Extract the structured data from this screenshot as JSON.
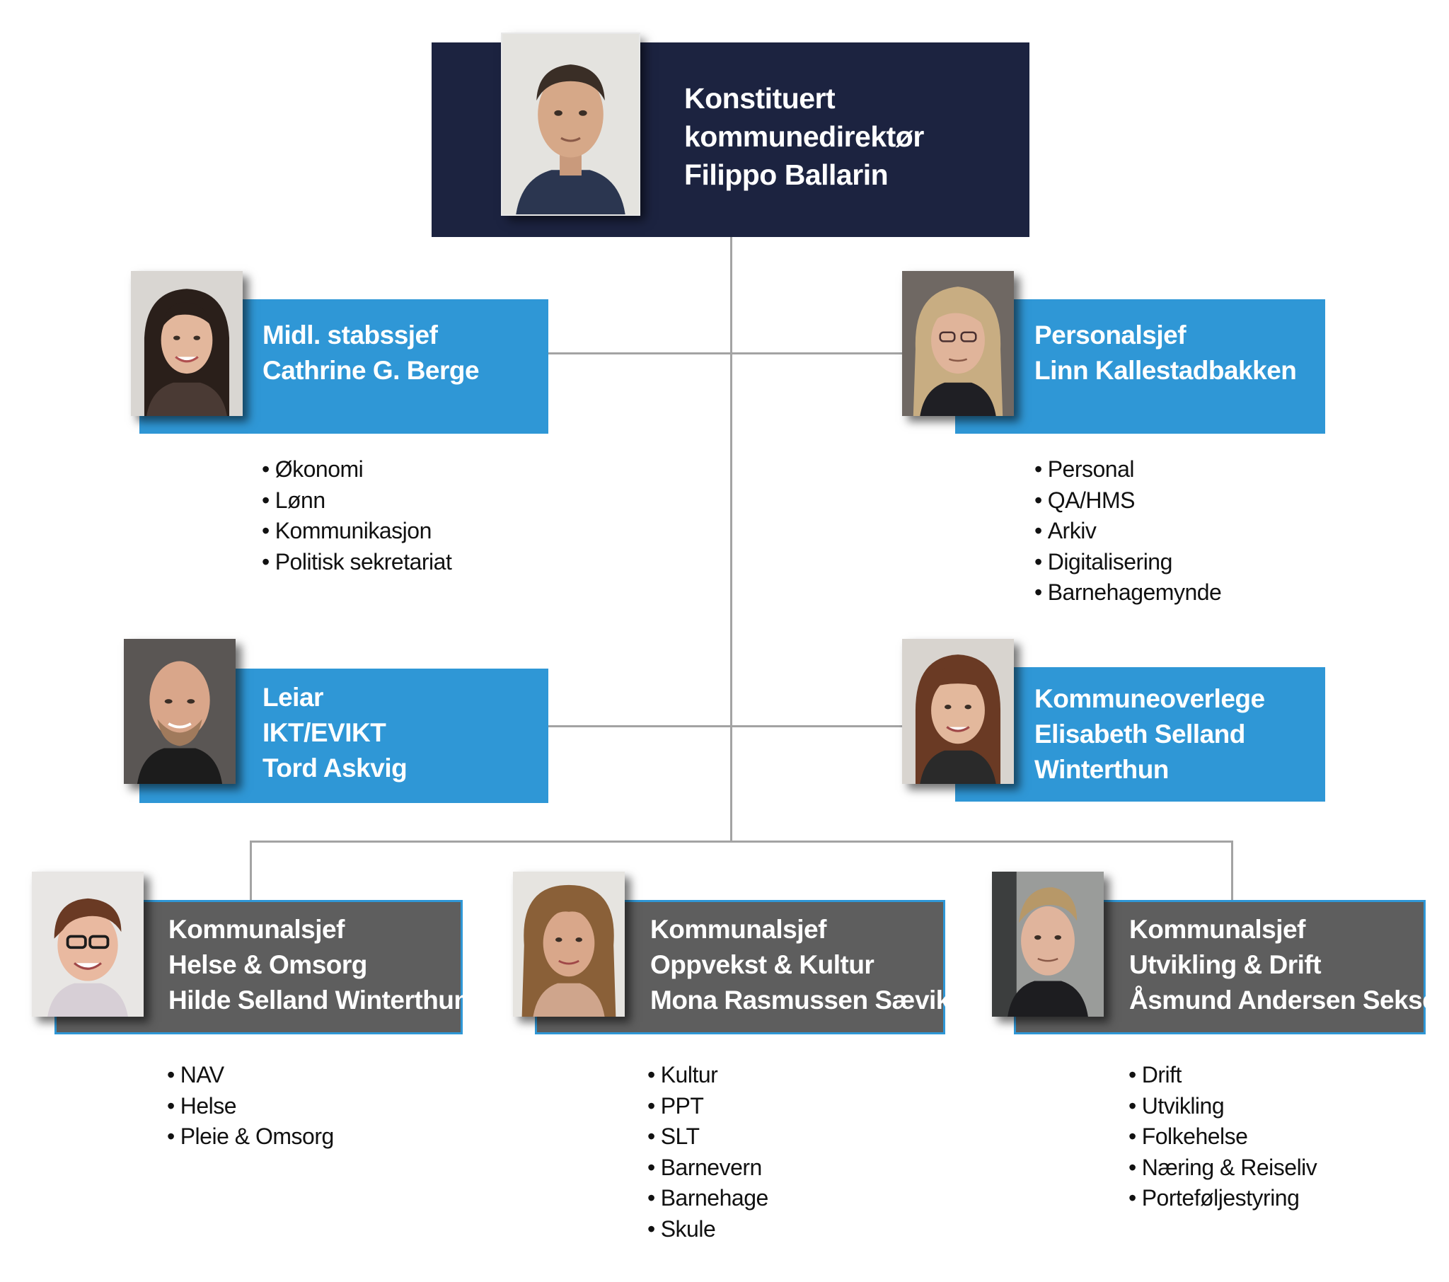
{
  "colors": {
    "director_bg": "#1c2340",
    "staff_bg": "#2f97d6",
    "chief_bg": "#5e5e5e",
    "chief_border": "#2f97d6",
    "connector": "#a3a3a3"
  },
  "director": {
    "title_lines": [
      "Konstituert",
      "kommunedirektør",
      "Filippo Ballarin"
    ],
    "photo_icon": "person-portrait"
  },
  "staff": [
    {
      "id": "stabssjef",
      "title_lines": [
        "Midl. stabssjef",
        "Cathrine G. Berge"
      ],
      "photo_icon": "person-portrait",
      "items": [
        "Økonomi",
        "Lønn",
        "Kommunikasjon",
        "Politisk sekretariat"
      ]
    },
    {
      "id": "personalsjef",
      "title_lines": [
        "Personalsjef",
        "Linn Kallestadbakken"
      ],
      "photo_icon": "person-portrait",
      "items": [
        "Personal",
        "QA/HMS",
        "Arkiv",
        "Digitalisering",
        "Barnehagemynde"
      ]
    },
    {
      "id": "ikt",
      "title_lines": [
        "Leiar",
        "IKT/EVIKT",
        "Tord Askvig"
      ],
      "photo_icon": "person-portrait",
      "items": []
    },
    {
      "id": "kommuneoverlege",
      "title_lines": [
        "Kommuneoverlege",
        "Elisabeth Selland",
        "Winterthun"
      ],
      "photo_icon": "person-portrait",
      "items": []
    }
  ],
  "chiefs": [
    {
      "id": "helse",
      "title_lines": [
        "Kommunalsjef",
        "Helse & Omsorg",
        "Hilde Selland Winterthun"
      ],
      "photo_icon": "person-portrait",
      "items": [
        "NAV",
        "Helse",
        "Pleie & Omsorg"
      ]
    },
    {
      "id": "oppvekst",
      "title_lines": [
        "Kommunalsjef",
        "Oppvekst & Kultur",
        "Mona Rasmussen Sævik"
      ],
      "photo_icon": "person-portrait",
      "items": [
        "Kultur",
        "PPT",
        "SLT",
        "Barnevern",
        "Barnehage",
        "Skule"
      ]
    },
    {
      "id": "utvikling",
      "title_lines": [
        "Kommunalsjef",
        "Utvikling & Drift",
        "Åsmund Andersen Sekse"
      ],
      "photo_icon": "person-portrait",
      "items": [
        "Drift",
        "Utvikling",
        "Folkehelse",
        "Næring & Reiseliv",
        "Porteføljestyring"
      ]
    }
  ]
}
